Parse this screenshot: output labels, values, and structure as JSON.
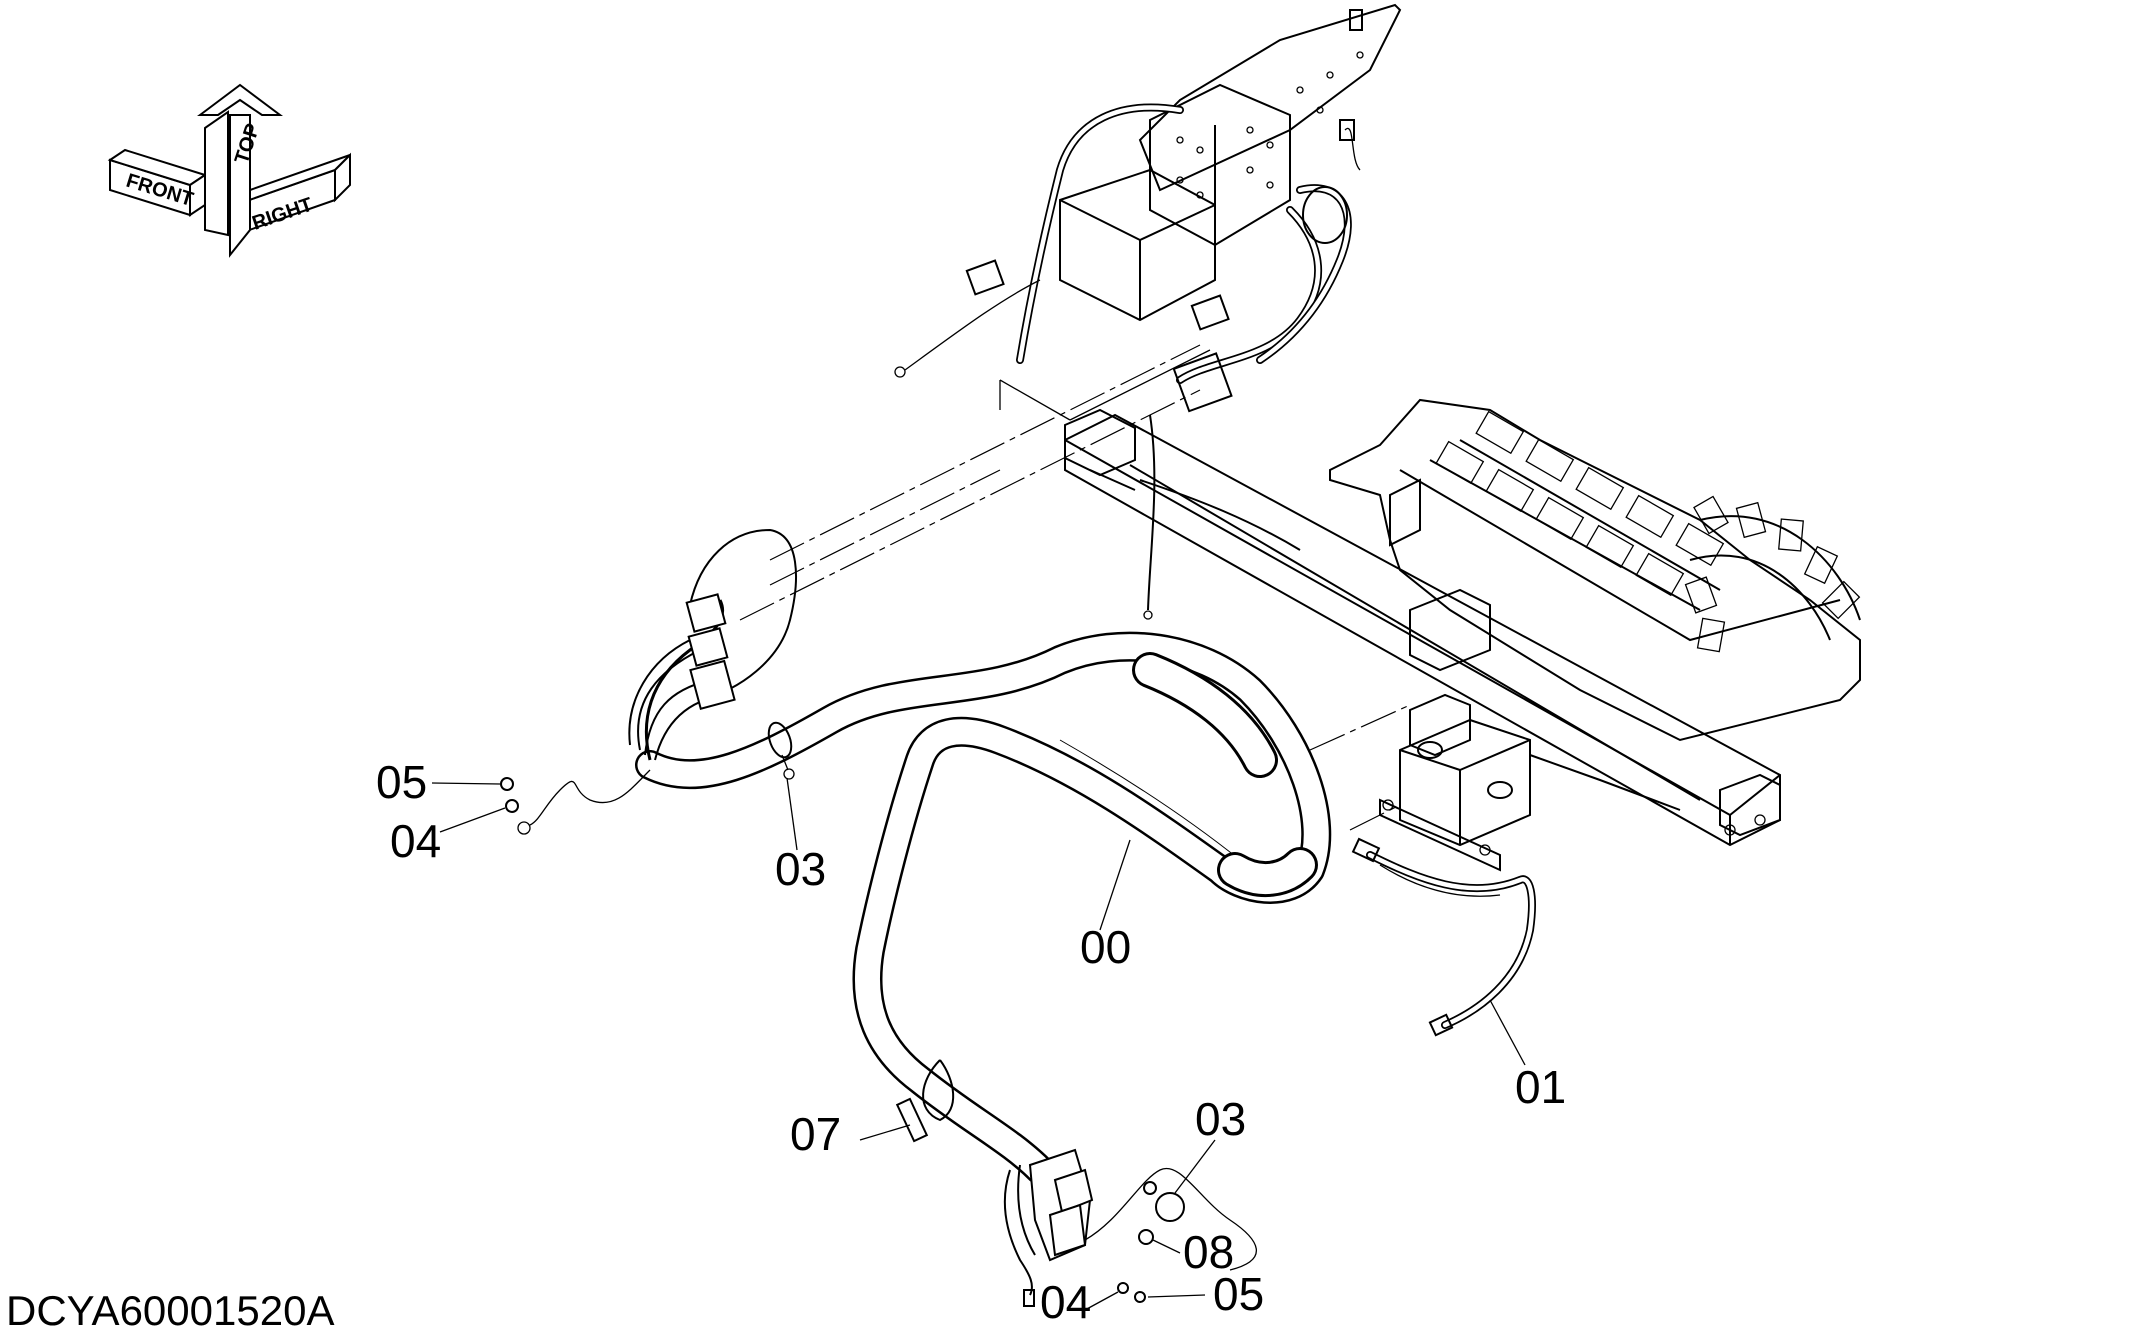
{
  "orientation": {
    "front_label": "FRONT",
    "top_label": "TOP",
    "right_label": "RIGHT"
  },
  "callouts": {
    "main_harness": "00",
    "sub_harness": "01",
    "clamp_upper": "03",
    "clamp_lower": "03",
    "washer_upper": "04",
    "washer_lower": "04",
    "nut_upper": "05",
    "nut_lower": "05",
    "cable_tie": "07",
    "bolt": "08"
  },
  "document_id": "DCYA60001520A"
}
